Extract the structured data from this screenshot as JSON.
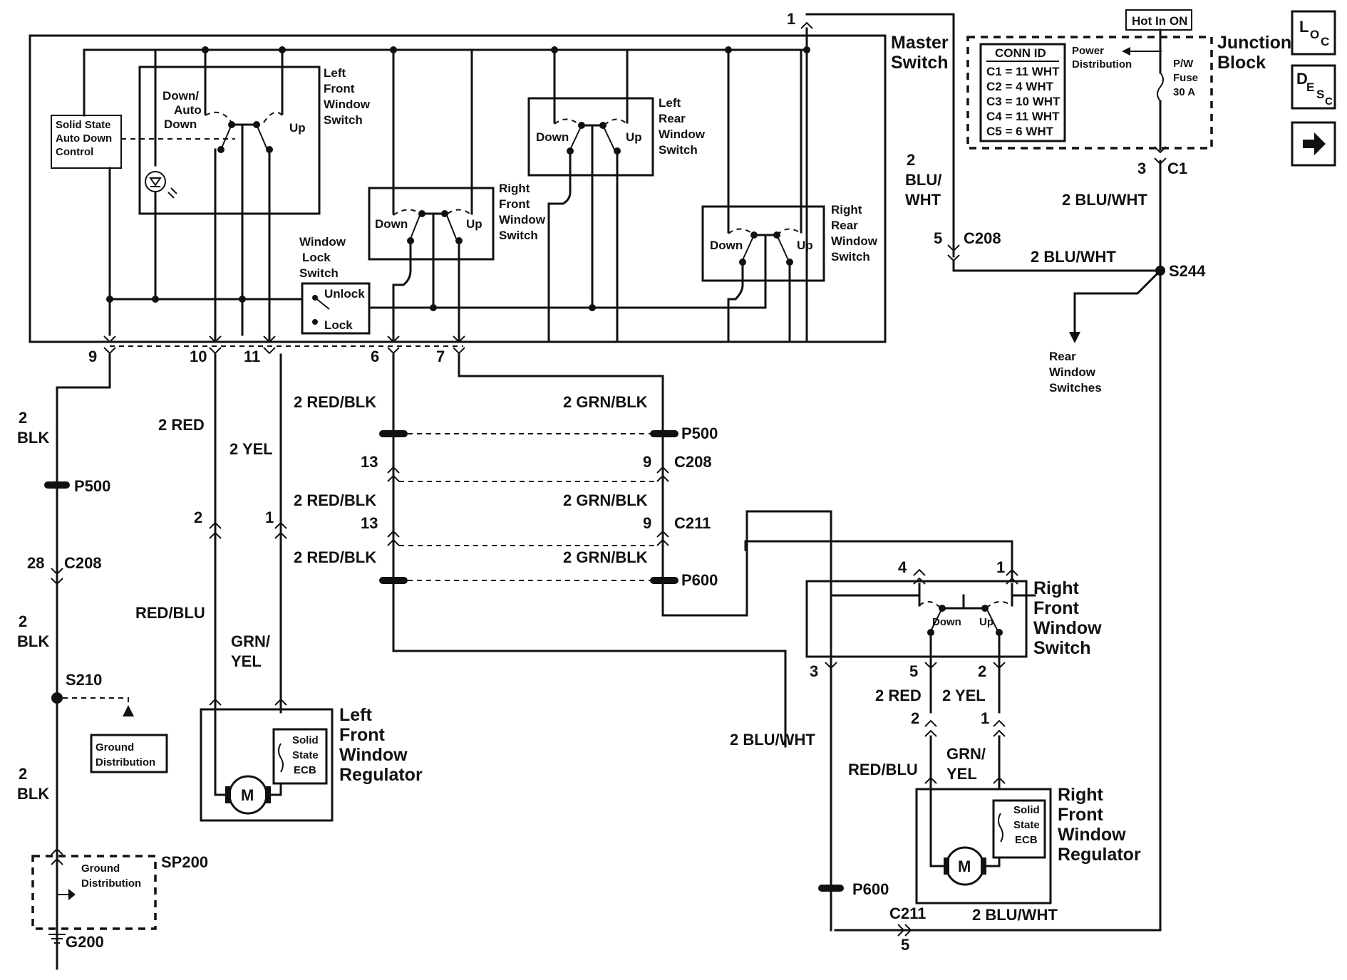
{
  "nav": {
    "loc_main": "L",
    "loc_sup": "O",
    "loc_sub": "C",
    "desc_main": "D",
    "desc_sup": "E",
    "desc_sub": "S",
    "desc_sub2": "C",
    "next_icon": "arrow-right-icon"
  },
  "master_switch": "Master\nSwitch",
  "junction_block": {
    "title": "Junction\nBlock",
    "hot": "Hot In ON",
    "conn_id": "CONN ID",
    "conns": [
      "C1 = 11 WHT",
      "C2 = 4 WHT",
      "C3 = 10 WHT",
      "C4 = 11 WHT",
      "C5 = 6 WHT"
    ],
    "power_distribution": "Power\nDistribution",
    "fuse": "P/W\nFuse\n30 A"
  },
  "switches": {
    "solid_state": "Solid State\nAuto Down\nControl",
    "lf": "Left\nFront\nWindow\nSwitch",
    "lr": "Left\nRear\nWindow\nSwitch",
    "rf": "Right\nFront\nWindow\nSwitch",
    "rr": "Right\nRear\nWindow\nSwitch",
    "lock": "Window\nLock\nSwitch",
    "unlock": "Unlock",
    "lock_pos": "Lock",
    "down_auto": "Down/\nAuto\nDown",
    "down": "Down",
    "up": "Up"
  },
  "pins": {
    "p1": "1",
    "p9": "9",
    "p10": "10",
    "p11": "11",
    "p6": "6",
    "p7": "7",
    "c1": "C1",
    "c1_pin": "3",
    "c208_pin": "5",
    "c208": "C208"
  },
  "wires": {
    "blu_wht_vert": "2\nBLU/\nWHT",
    "blu_wht": "2 BLU/WHT",
    "blk": "2\nBLK",
    "red": "2 RED",
    "yel": "2 YEL",
    "red_blk": "2 RED/BLK",
    "grn_blk": "2 GRN/BLK",
    "red_blu": "RED/BLU",
    "grn_yel": "GRN/\nYEL",
    "red_blu_r": "RED/BLU",
    "grn_yel_r": "GRN/\nYEL"
  },
  "connectors": {
    "p500": "P500",
    "c208": "C208",
    "c211": "C211",
    "p600": "P600",
    "n13": "13",
    "n9": "9",
    "n28": "28",
    "n2": "2",
    "n1": "1",
    "n4": "4",
    "n3": "3",
    "n5": "5"
  },
  "splices": {
    "s244": "S244",
    "s210": "S210",
    "sp200": "SP200",
    "g200": "G200"
  },
  "misc": {
    "rear_window": "Rear\nWindow\nSwitches",
    "ground_dist": "Ground\nDistribution",
    "lf_reg": "Left\nFront\nWindow\nRegulator",
    "rf_reg": "Right\nFront\nWindow\nRegulator",
    "rf_switch": "Right\nFront\nWindow\nSwitch",
    "solid_ecb": "Solid\nState\nECB",
    "motor": "M"
  }
}
